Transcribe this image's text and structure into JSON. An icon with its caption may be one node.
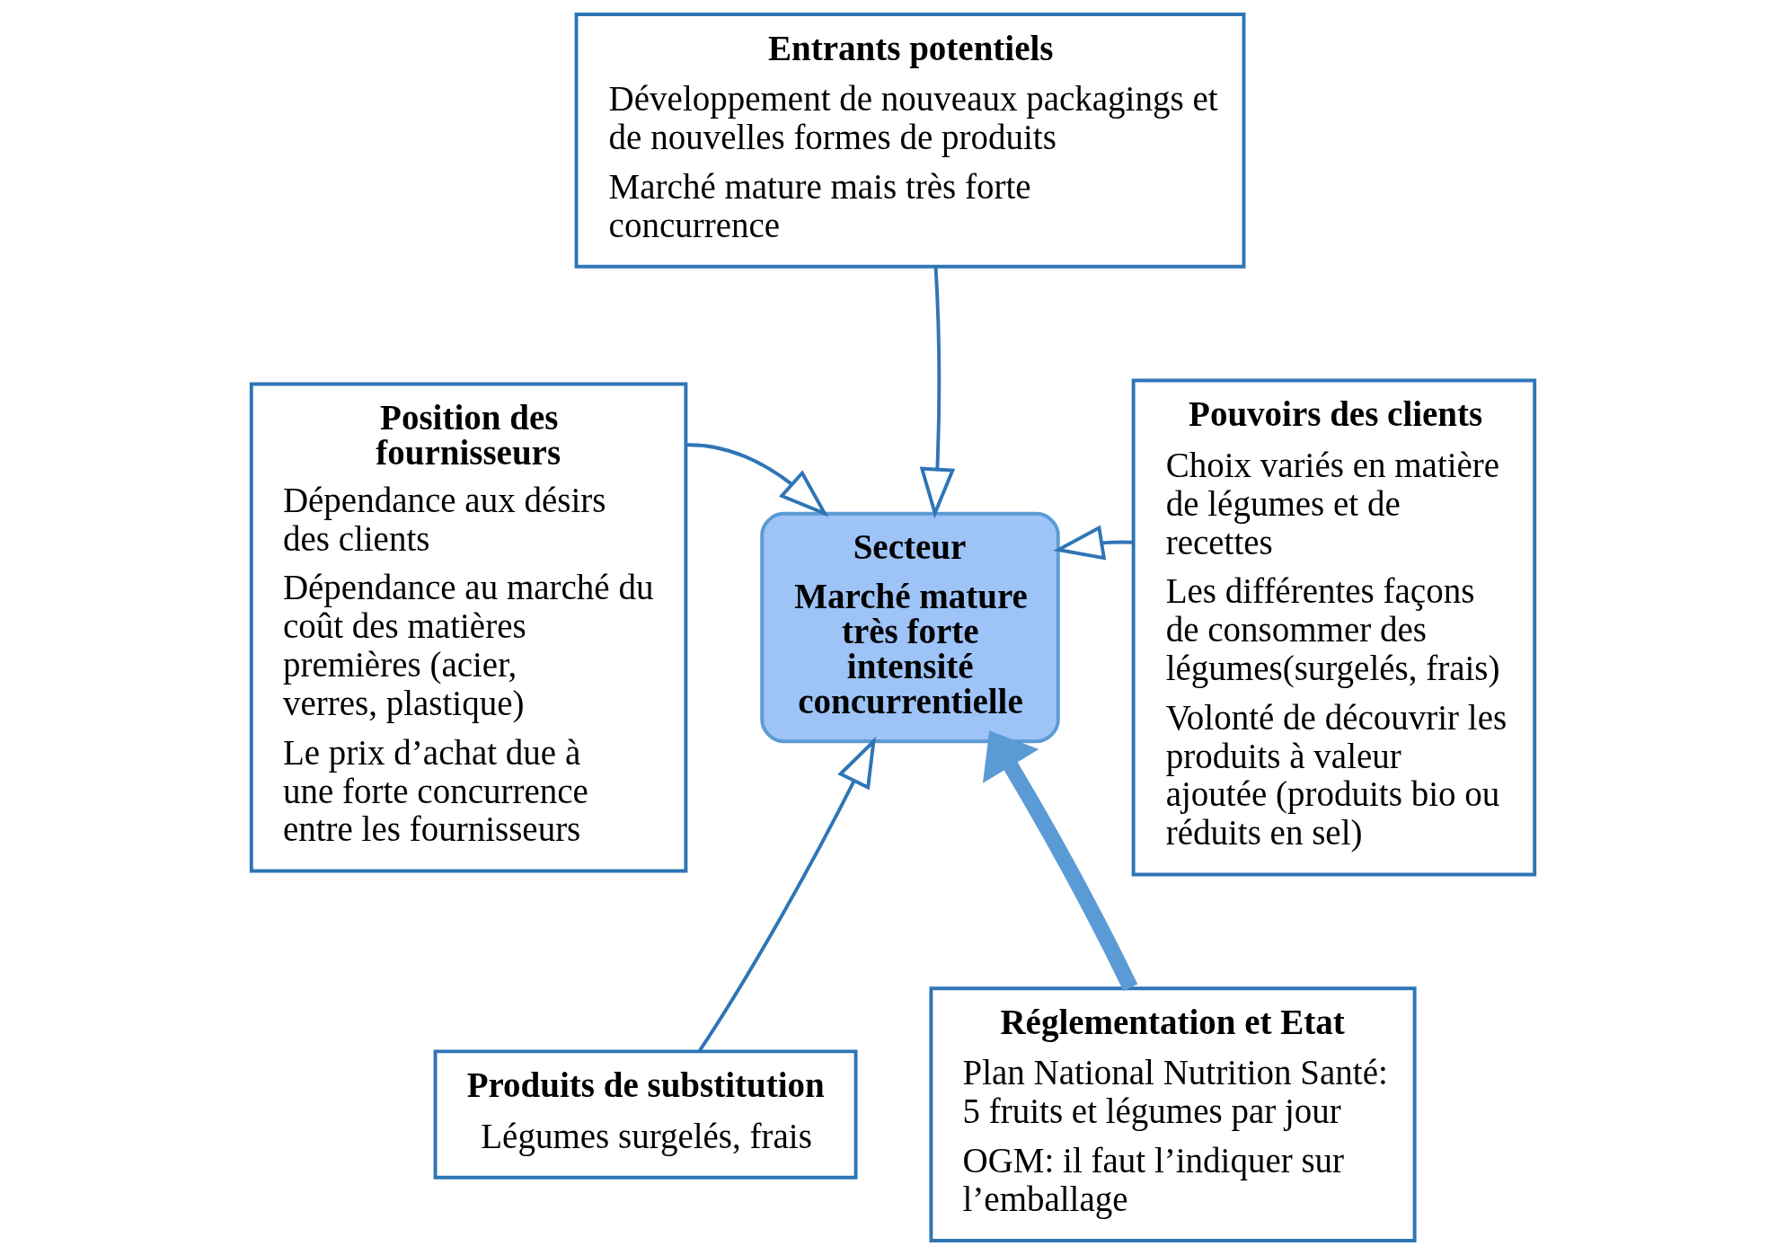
{
  "diagram": {
    "nodes": [
      {
        "text": [
          "Entrants potentiels",
          "Développement de nouveaux packagings et de nouvelles formes de produits",
          "Marché mature mais très forte concurrence"
        ]
      },
      {
        "text": [
          "Position des fournisseurs",
          "Dépendance aux désirs des clients",
          "Dépendance au marché du coût des matières premières (acier, verres, plastique)",
          "Le prix d’achat due à une forte concurrence entre les fournisseurs"
        ]
      },
      {
        "text": [
          "Secteur",
          "Marché mature très forte intensité concurrentielle"
        ]
      },
      {
        "text": [
          "Pouvoirs des clients",
          "Choix variés en matière de légumes et de recettes",
          "Les différentes façons de consommer des légumes(surgelés, frais)",
          "Volonté de découvrir les produits à valeur ajoutée (produits bio ou réduits en sel)"
        ]
      },
      {
        "text": [
          "Produits de substitution",
          "Légumes surgelés, frais"
        ]
      },
      {
        "text": [
          "Réglementation et Etat",
          "Plan National Nutrition Santé: 5 fruits et légumes par jour",
          "OGM: il faut l’indiquer sur l’emballage"
        ]
      }
    ],
    "edges": [
      {
        "from": 0,
        "to": 2,
        "arrow": "to"
      },
      {
        "from": 1,
        "to": 2,
        "arrow": "to"
      },
      {
        "from": 3,
        "to": 2,
        "arrow": "to"
      },
      {
        "from": 4,
        "to": 2,
        "arrow": "to"
      },
      {
        "from": 5,
        "to": 2,
        "arrow": "to",
        "style": "thick",
        "color": "#5b9bd5"
      }
    ]
  }
}
